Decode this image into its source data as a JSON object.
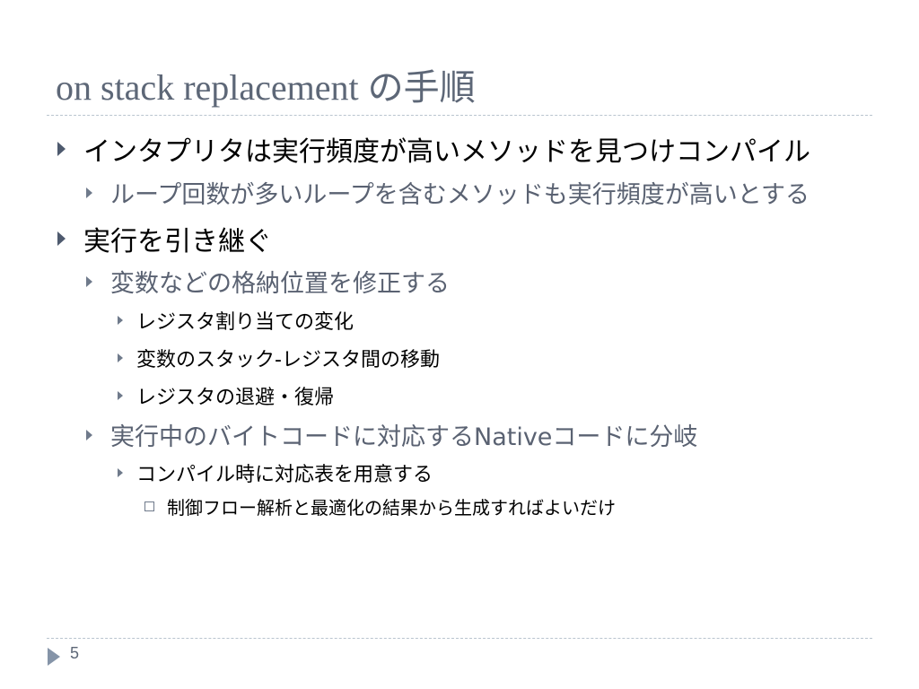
{
  "slide": {
    "title": "on stack replacement の手順",
    "page_number": "5"
  },
  "bullets": [
    {
      "level": 1,
      "text": "インタプリタは実行頻度が高いメソッドを見つけコンパイル"
    },
    {
      "level": 2,
      "text": "ループ回数が多いループを含むメソッドも実行頻度が高いとする"
    },
    {
      "level": 1,
      "text": "実行を引き継ぐ"
    },
    {
      "level": 2,
      "text": "変数などの格納位置を修正する"
    },
    {
      "level": 3,
      "text": "レジスタ割り当ての変化"
    },
    {
      "level": 3,
      "text": "変数のスタック-レジスタ間の移動"
    },
    {
      "level": 3,
      "text": "レジスタの退避・復帰"
    },
    {
      "level": 2,
      "text": "実行中のバイトコードに対応するNativeコードに分岐"
    },
    {
      "level": 3,
      "text": "コンパイル時に対応表を用意する"
    },
    {
      "level": 4,
      "text": "制御フロー解析と最適化の結果から生成すればよいだけ"
    }
  ],
  "colors": {
    "title": "#5d6777",
    "level1_text": "#000000",
    "level2_text": "#5a6272",
    "bullet": "#4e5a6e",
    "rule": "#b9c4cf"
  },
  "icons": {
    "bullet_levels_1_to_3": "triangle-right-icon",
    "bullet_level_4": "hollow-square-icon",
    "footer": "triangle-right-icon"
  }
}
